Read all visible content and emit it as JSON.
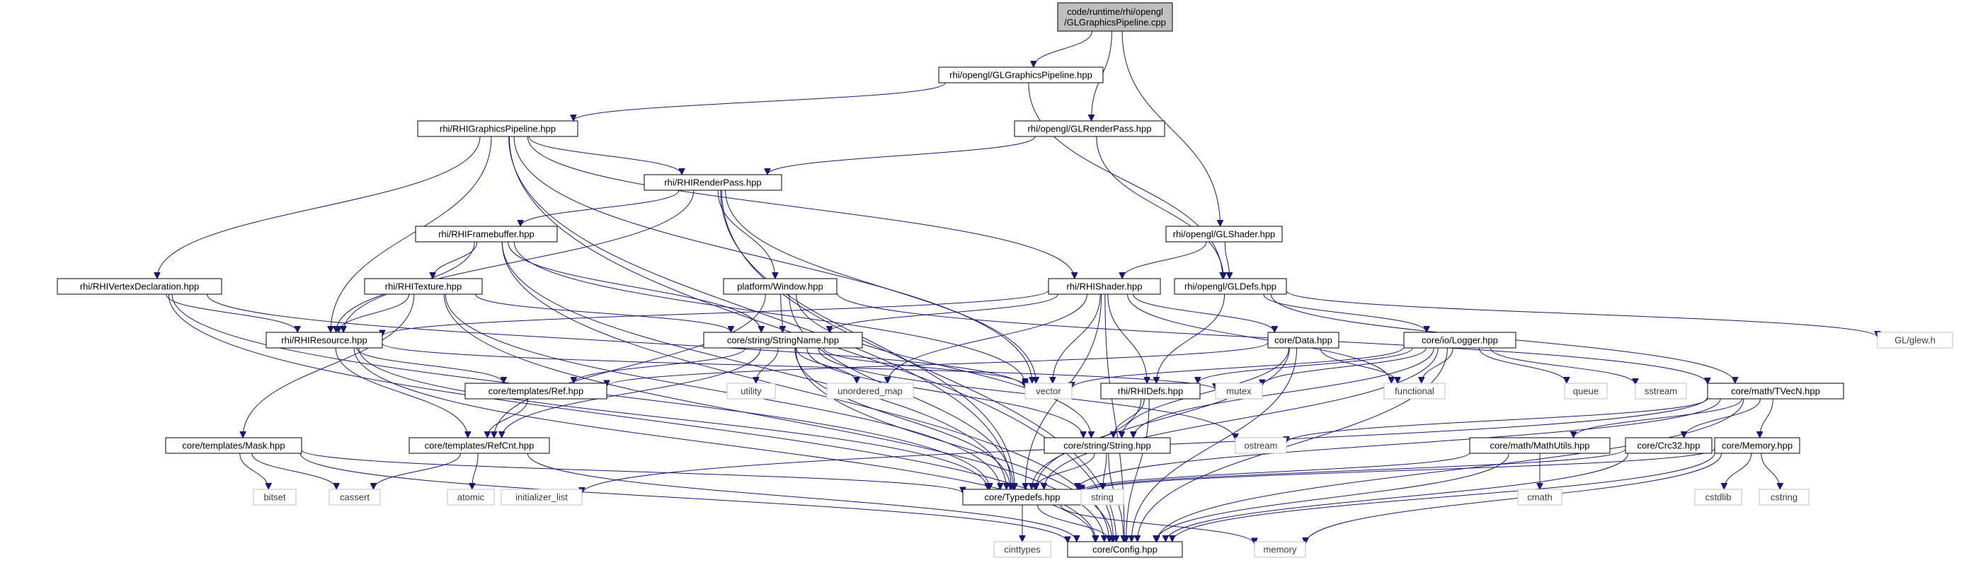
{
  "colors": {
    "edge": "#191970",
    "node_border": "#000000",
    "node_fill": "#ffffff",
    "root_fill": "#bfbfbf",
    "system_border": "#bfbfbf",
    "text": "#000000"
  },
  "graph": {
    "root": {
      "line1": "code/runtime/rhi/opengl",
      "line2": "/GLGraphicsPipeline.cpp"
    },
    "nodes": {
      "gl_pipeline_hpp": "rhi/opengl/GLGraphicsPipeline.hpp",
      "rhi_pipeline": "rhi/RHIGraphicsPipeline.hpp",
      "gl_renderpass": "rhi/opengl/GLRenderPass.hpp",
      "rhi_renderpass": "rhi/RHIRenderPass.hpp",
      "rhi_framebuffer": "rhi/RHIFramebuffer.hpp",
      "gl_shader": "rhi/opengl/GLShader.hpp",
      "rhi_vertexdecl": "rhi/RHIVertexDeclaration.hpp",
      "rhi_texture": "rhi/RHITexture.hpp",
      "platform_window": "platform/Window.hpp",
      "rhi_shader": "rhi/RHIShader.hpp",
      "gl_defs": "rhi/opengl/GLDefs.hpp",
      "glew": "GL/glew.h",
      "rhi_resource": "rhi/RHIResource.hpp",
      "string_name": "core/string/StringName.hpp",
      "core_data": "core/Data.hpp",
      "logger": "core/io/Logger.hpp",
      "ref": "core/templates/Ref.hpp",
      "utility": "utility",
      "unordered_map": "unordered_map",
      "vector": "vector",
      "rhi_defs": "rhi/RHIDefs.hpp",
      "mutex": "mutex",
      "functional": "functional",
      "queue": "queue",
      "sstream": "sstream",
      "tvecn": "core/math/TVecN.hpp",
      "mask": "core/templates/Mask.hpp",
      "refcnt": "core/templates/RefCnt.hpp",
      "string_hpp": "core/string/String.hpp",
      "ostream": "ostream",
      "mathutils": "core/math/MathUtils.hpp",
      "crc32": "core/Crc32.hpp",
      "memory_hpp": "core/Memory.hpp",
      "bitset": "bitset",
      "cassert": "cassert",
      "atomic": "atomic",
      "initializer_list": "initializer_list",
      "typedefs": "core/Typedefs.hpp",
      "string": "string",
      "cmath": "cmath",
      "cstdlib": "cstdlib",
      "cstring": "cstring",
      "cinttypes": "cinttypes",
      "config": "core/Config.hpp",
      "memory": "memory"
    }
  }
}
